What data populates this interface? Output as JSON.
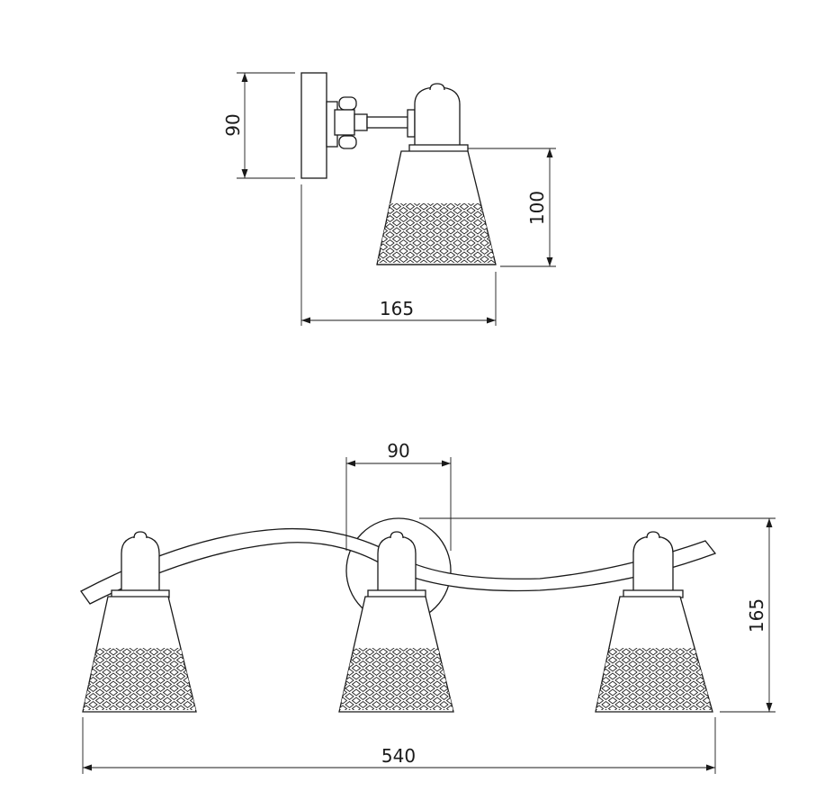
{
  "side_view": {
    "height_dim": "90",
    "shade_height_dim": "100",
    "depth_dim": "165"
  },
  "front_view": {
    "base_width_dim": "90",
    "total_height_dim": "165",
    "total_width_dim": "540"
  }
}
